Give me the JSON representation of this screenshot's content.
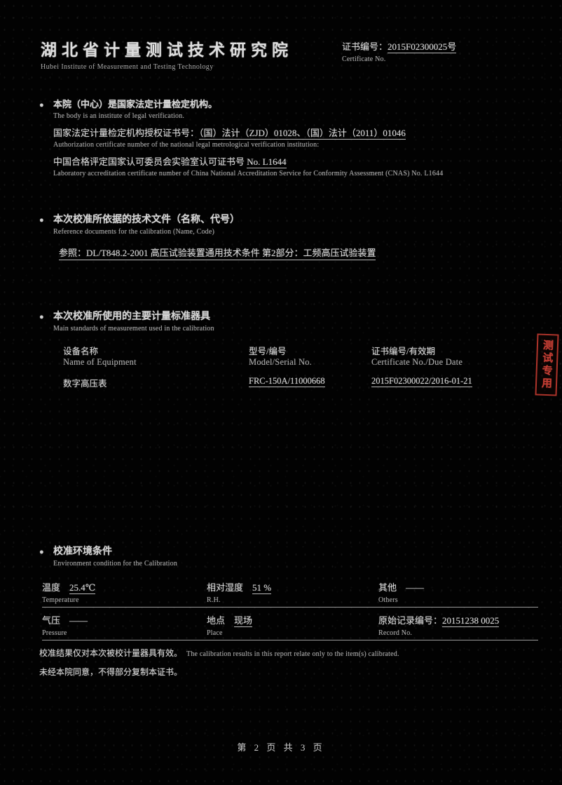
{
  "icons": {
    "bullet": "●"
  },
  "header": {
    "title_cn": "湖北省计量测试技术研究院",
    "title_en": "Hubei Institute of Measurement and Testing Technology",
    "cert_label_cn": "证书编号：",
    "cert_no": "2015F02300025号",
    "cert_label_en": "Certificate No."
  },
  "stamp": {
    "text": "测试专用"
  },
  "section1": {
    "line1_cn": "本院（中心）是国家法定计量检定机构。",
    "line1_en": "The body is an institute of legal verification.",
    "line2_prefix": "国家法定计量检定机构授权证书号：",
    "line2_value": "（国）法计（ZJD）01028、（国）法计（2011）01046",
    "line2_en": "Authorization certificate number of the national legal metrological verification institution:",
    "line3_prefix": "中国合格评定国家认可委员会实验室认可证书号",
    "line3_value": "No. L1644",
    "line3_en": "Laboratory accreditation certificate number of China National Accreditation Service for Conformity Assessment (CNAS)  No. L1644"
  },
  "section2": {
    "title_cn": "本次校准所依据的技术文件（名称、代号）",
    "title_en": "Reference documents for the calibration (Name, Code)",
    "content": "参照：DL/T848.2-2001 高压试验装置通用技术条件  第2部分：工频高压试验装置"
  },
  "section3": {
    "title_cn": "本次校准所使用的主要计量标准器具",
    "title_en": "Main standards of measurement used in the calibration",
    "table": {
      "headers": [
        {
          "cn": "设备名称",
          "en": "Name of Equipment"
        },
        {
          "cn": "型号/编号",
          "en": "Model/Serial No."
        },
        {
          "cn": "证书编号/有效期",
          "en": "Certificate No./Due Date"
        }
      ],
      "rows": [
        {
          "name": "数字高压表",
          "model": "FRC-150A/11000668",
          "cert": "2015F02300022/2016-01-21"
        }
      ]
    }
  },
  "section4": {
    "title_cn": "校准环境条件",
    "title_en": "Environment condition for the Calibration",
    "row1": [
      {
        "cn": "温度",
        "en": "Temperature",
        "value": "25.4℃"
      },
      {
        "cn": "相对湿度",
        "en": "R.H.",
        "value": "51 %"
      },
      {
        "cn": "其他",
        "en": "Others",
        "value": "——"
      }
    ],
    "row2": [
      {
        "cn": "气压",
        "en": "Pressure",
        "value": "——"
      },
      {
        "cn": "地点",
        "en": "Place",
        "value": "现场"
      },
      {
        "cn": "原始记录编号：",
        "en": "Record No.",
        "value": "20151238 0025"
      }
    ]
  },
  "notes": {
    "line1_cn": "校准结果仅对本次被校计量器具有效。",
    "line1_en": "The calibration results in this report relate only to the item(s) calibrated.",
    "line2_cn": "未经本院同意，不得部分复制本证书。"
  },
  "footer": {
    "page_info": "第 2 页 共 3 页"
  }
}
